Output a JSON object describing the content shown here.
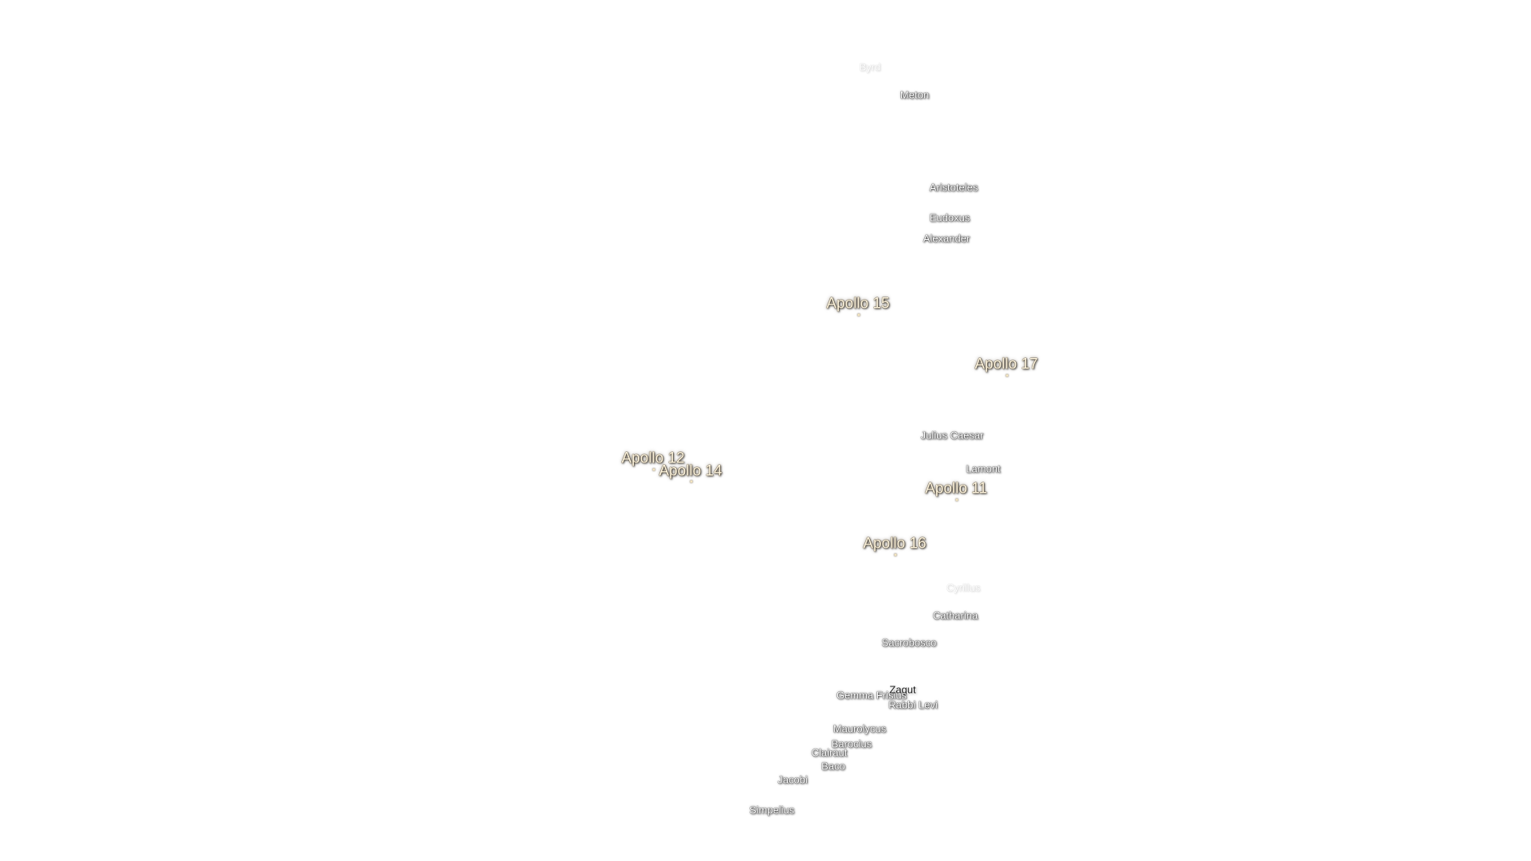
{
  "map": {
    "colors": {
      "background": "#ffffff",
      "apollo_label": "#fff6e0",
      "crater_label": "#ffffff"
    },
    "apollo_sites": [
      {
        "id": "apollo-15",
        "label": "Apollo 15"
      },
      {
        "id": "apollo-17",
        "label": "Apollo 17"
      },
      {
        "id": "apollo-12",
        "label": "Apollo 12"
      },
      {
        "id": "apollo-14",
        "label": "Apollo 14"
      },
      {
        "id": "apollo-11",
        "label": "Apollo 11"
      },
      {
        "id": "apollo-16",
        "label": "Apollo 16"
      }
    ],
    "craters": [
      {
        "id": "byrd",
        "label": "Byrd"
      },
      {
        "id": "meton",
        "label": "Meton"
      },
      {
        "id": "aristoteles",
        "label": "Aristoteles"
      },
      {
        "id": "eudoxus",
        "label": "Eudoxus"
      },
      {
        "id": "alexander",
        "label": "Alexander"
      },
      {
        "id": "julius-caesar",
        "label": "Julius Caesar"
      },
      {
        "id": "lamont",
        "label": "Lamont"
      },
      {
        "id": "cyrillus",
        "label": "Cyrillus"
      },
      {
        "id": "catharina",
        "label": "Catharina"
      },
      {
        "id": "sacrobosco",
        "label": "Sacrobosco"
      },
      {
        "id": "zagut",
        "label": "Zagut"
      },
      {
        "id": "gemma-frisius",
        "label": "Gemma Frisius"
      },
      {
        "id": "rabbi-levi",
        "label": "Rabbi Levi"
      },
      {
        "id": "maurolycus",
        "label": "Maurolycus"
      },
      {
        "id": "barocius",
        "label": "Barocius"
      },
      {
        "id": "clairaut",
        "label": "Clairaut"
      },
      {
        "id": "baco",
        "label": "Baco"
      },
      {
        "id": "jacobi",
        "label": "Jacobi"
      },
      {
        "id": "simpelius",
        "label": "Simpelius"
      }
    ]
  }
}
